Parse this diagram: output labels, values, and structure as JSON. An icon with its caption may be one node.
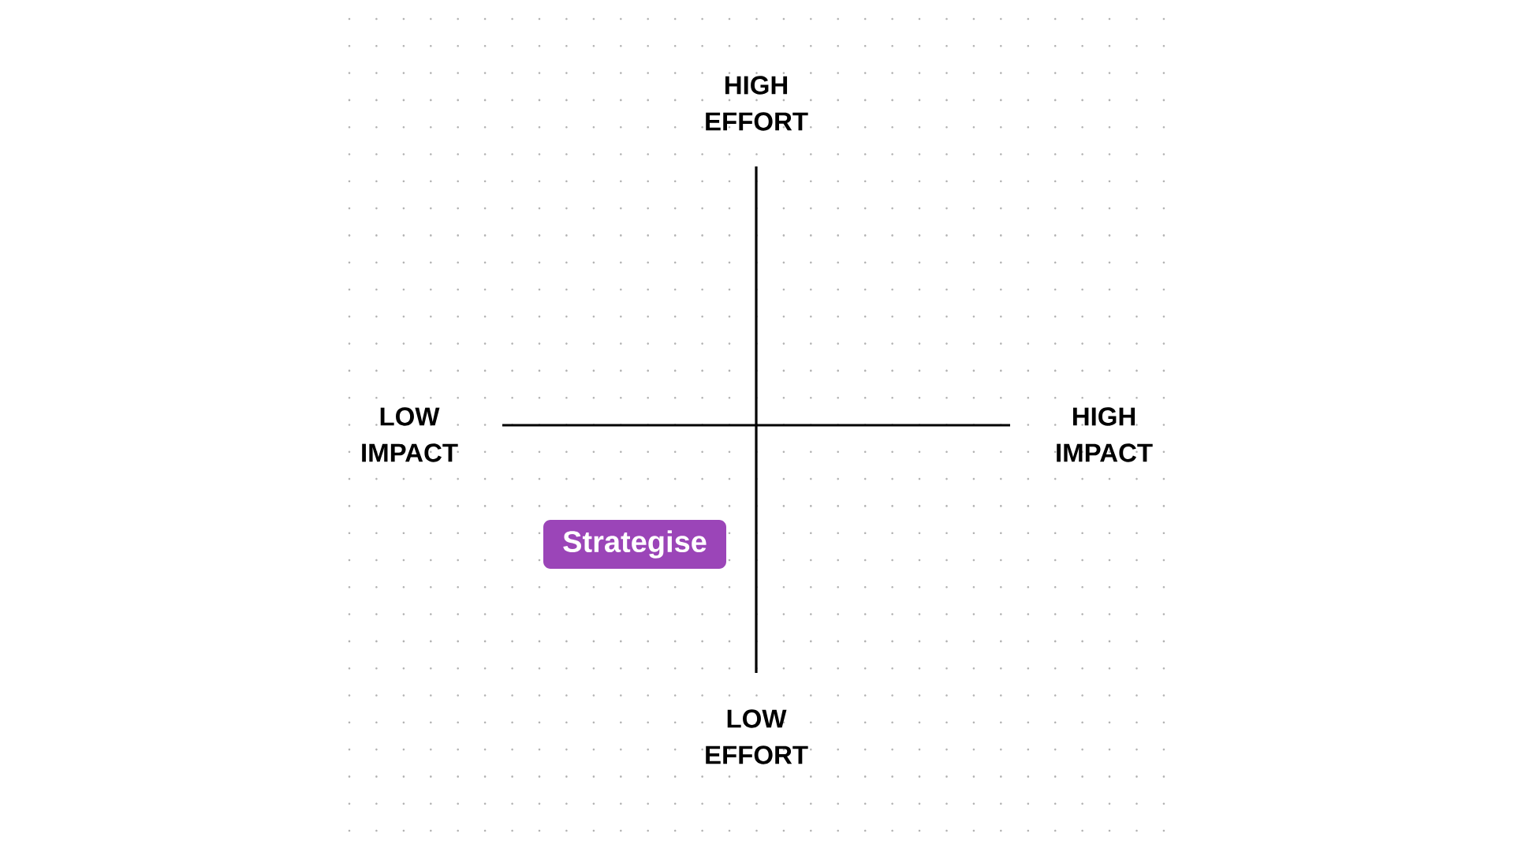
{
  "diagram": {
    "nodes": [
      {
        "text": [
          "Strategise"
        ]
      }
    ],
    "labels": [
      "HIGH EFFORT",
      "LOW IMPACT",
      "HIGH IMPACT",
      "LOW EFFORT"
    ]
  }
}
